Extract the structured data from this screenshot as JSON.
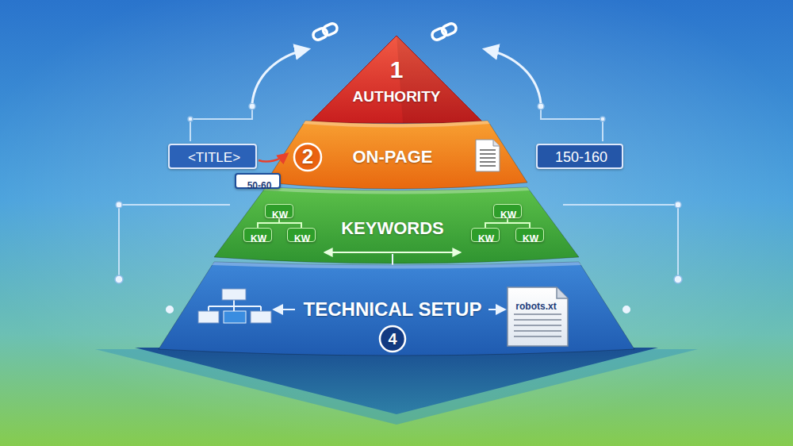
{
  "diagram": {
    "nodes": [
      {
        "text": [
          "1",
          "AUTHORITY"
        ]
      },
      {
        "text": [
          "<TITLE>"
        ]
      },
      {
        "text": [
          "50-60"
        ]
      },
      {
        "text": [
          "2",
          "ON-PAGE"
        ]
      },
      {
        "text": [
          "150-160"
        ]
      },
      {
        "text": [
          "KEYWORDS"
        ]
      },
      {
        "text": [
          "KW"
        ],
        "in": 5
      },
      {
        "text": [
          "KW"
        ],
        "in": 5
      },
      {
        "text": [
          "KW"
        ],
        "in": 5
      },
      {
        "text": [
          "KW"
        ],
        "in": 5
      },
      {
        "text": [
          "KW"
        ],
        "in": 5
      },
      {
        "text": [
          "KW"
        ],
        "in": 5
      },
      {
        "text": [
          "TECHNICAL SETUP",
          "4"
        ]
      },
      {
        "text": [
          "robots.xt"
        ],
        "in": 12
      }
    ],
    "edges": [
      {
        "from": 6,
        "to": 7,
        "arrow": "none"
      },
      {
        "from": 6,
        "to": 8,
        "arrow": "none"
      },
      {
        "from": 9,
        "to": 10,
        "arrow": "none"
      },
      {
        "from": 9,
        "to": 11,
        "arrow": "none"
      }
    ]
  }
}
